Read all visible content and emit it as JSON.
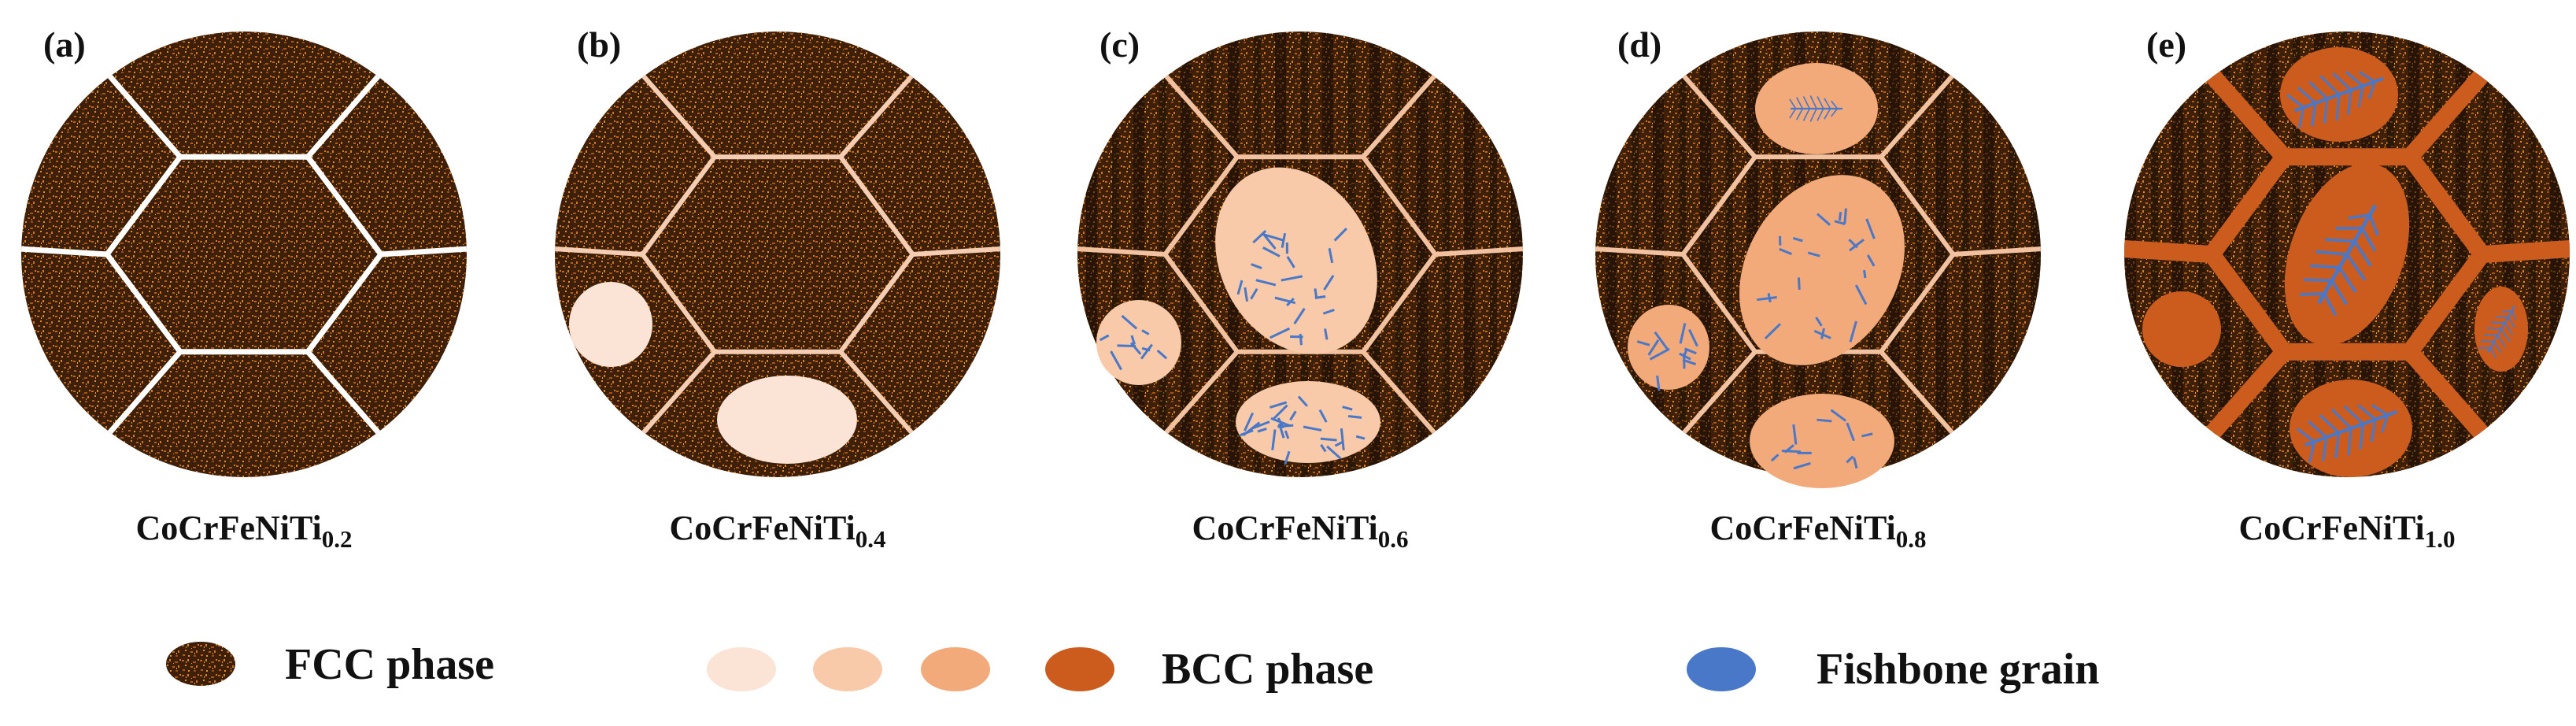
{
  "colors": {
    "fcc_base": "#3e200a",
    "fcc_speck": "#c06818",
    "grain_boundary_a": "#ffffff",
    "grain_boundary_light": "#f5cdb2",
    "grain_boundary_mid": "#f2c2a0",
    "bcc_1": "#fbe4d6",
    "bcc_2": "#f8caa9",
    "bcc_3": "#f2aa7b",
    "bcc_4": "#cc5c1e",
    "fishbone": "#4a78c8"
  },
  "panels": [
    {
      "letter": "(a)",
      "formula": "CoCrFeNiTi",
      "subscript": "0.2"
    },
    {
      "letter": "(b)",
      "formula": "CoCrFeNiTi",
      "subscript": "0.4"
    },
    {
      "letter": "(c)",
      "formula": "CoCrFeNiTi",
      "subscript": "0.6"
    },
    {
      "letter": "(d)",
      "formula": "CoCrFeNiTi",
      "subscript": "0.8"
    },
    {
      "letter": "(e)",
      "formula": "CoCrFeNiTi",
      "subscript": "1.0"
    }
  ],
  "legend": {
    "fcc_label": "FCC phase",
    "bcc_label": "BCC phase",
    "fishbone_label": "Fishbone grain"
  }
}
